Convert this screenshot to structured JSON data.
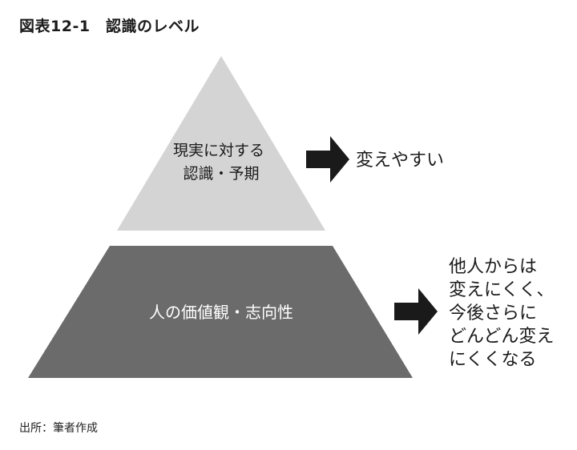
{
  "figure": {
    "title": "図表12-1　認識のレベル"
  },
  "levels": [
    {
      "label_lines": [
        "現実に対する",
        "認識・予期"
      ],
      "outcome_lines": [
        "変えやすい"
      ],
      "fill": "#d4d4d4"
    },
    {
      "label_lines": [
        "人の価値観・志向性"
      ],
      "outcome_lines": [
        "他人からは",
        "変えにくく、",
        "今後さらに",
        "どんどん変え",
        "にくくなる"
      ],
      "fill": "#6b6b6b"
    }
  ],
  "colors": {
    "arrow": "#1a1a1a",
    "text_dark": "#1a1a1a",
    "text_light": "#ffffff"
  },
  "source": "出所：筆者作成"
}
